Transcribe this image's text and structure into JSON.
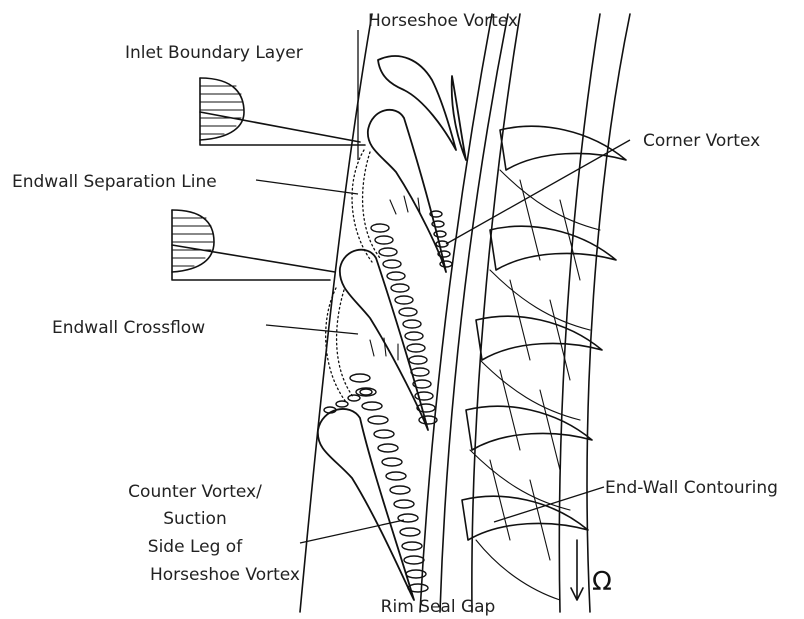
{
  "labels": {
    "horseshoe_vortex": "Horseshoe Vortex",
    "inlet_boundary_layer": "Inlet Boundary Layer",
    "corner_vortex": "Corner Vortex",
    "endwall_separation_line": "Endwall Separation Line",
    "endwall_crossflow": "Endwall Crossflow",
    "counter_vortex_line1": "Counter Vortex/",
    "counter_vortex_line2": "Suction",
    "counter_vortex_line3": "Side Leg of",
    "counter_vortex_line4": "Horseshoe Vortex",
    "end_wall_contouring": "End-Wall Contouring",
    "rim_seal_gap": "Rim Seal Gap",
    "rotation_symbol": "Ω"
  },
  "colors": {
    "line": "#111111",
    "text": "#222222",
    "background": "#ffffff"
  }
}
